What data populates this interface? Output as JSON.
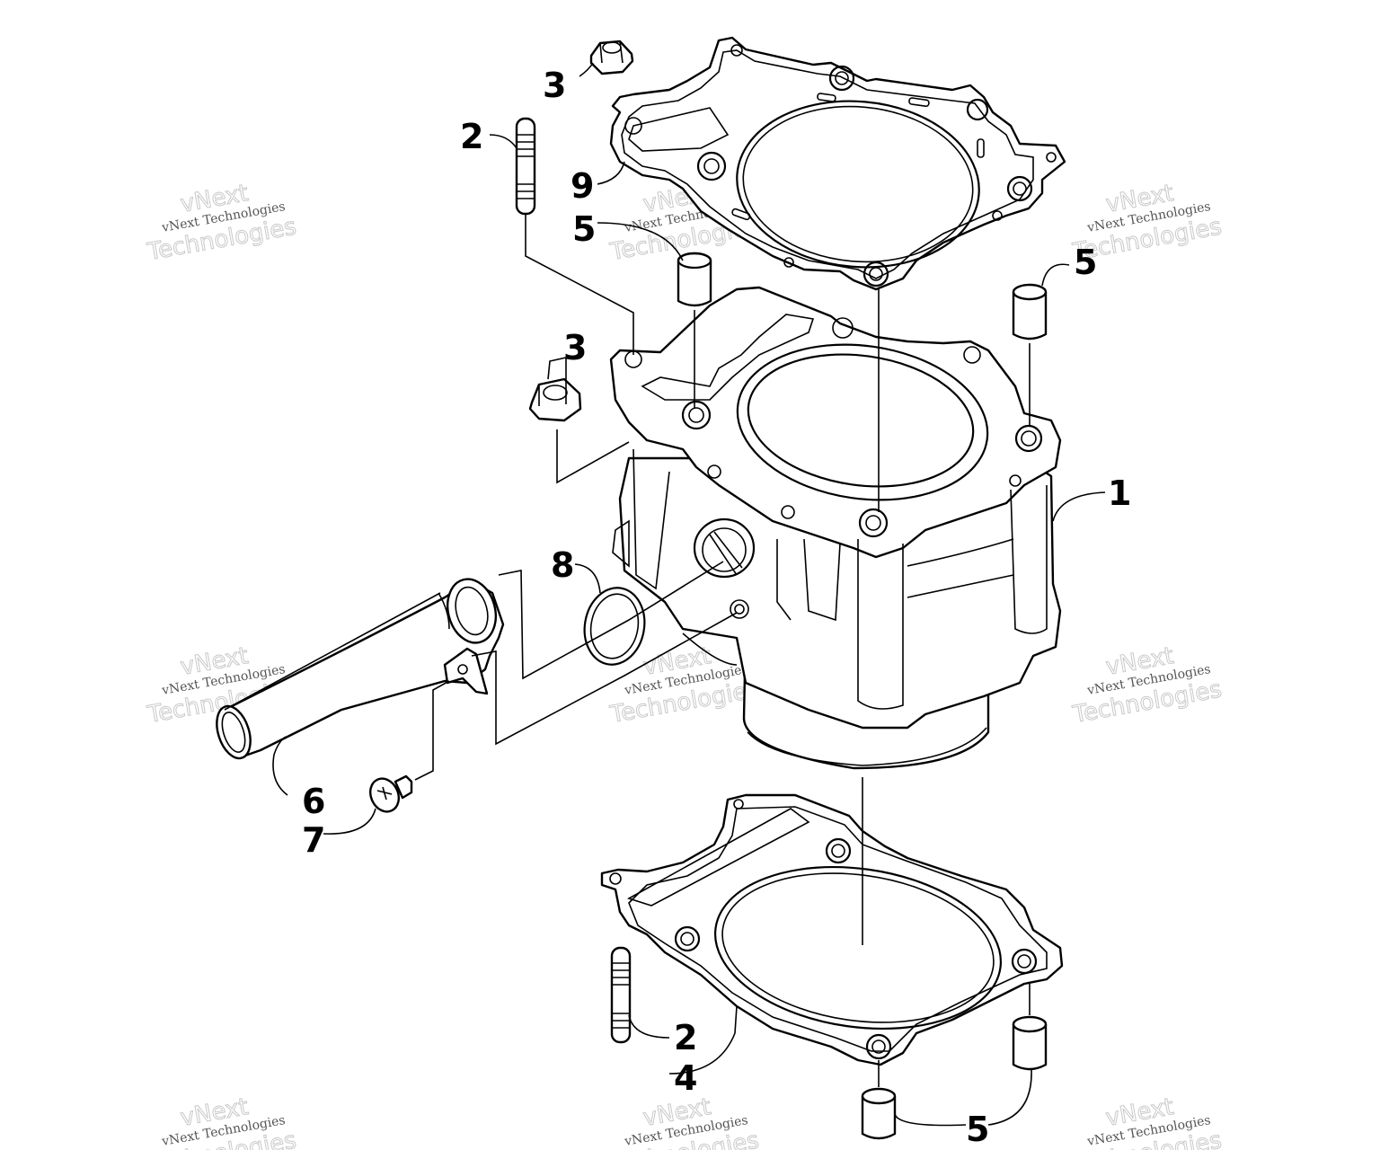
{
  "diagram": {
    "callouts": [
      {
        "id": "c1",
        "label": "1"
      },
      {
        "id": "c2a",
        "label": "2"
      },
      {
        "id": "c2b",
        "label": "2"
      },
      {
        "id": "c3a",
        "label": "3"
      },
      {
        "id": "c3b",
        "label": "3"
      },
      {
        "id": "c4",
        "label": "4"
      },
      {
        "id": "c5a",
        "label": "5"
      },
      {
        "id": "c5b",
        "label": "5"
      },
      {
        "id": "c5c",
        "label": "5"
      },
      {
        "id": "c6",
        "label": "6"
      },
      {
        "id": "c7",
        "label": "7"
      },
      {
        "id": "c8",
        "label": "8"
      },
      {
        "id": "c9",
        "label": "9"
      }
    ]
  },
  "watermark": {
    "brand": "vNext",
    "company": "vNext Technologies",
    "word": "Technologies"
  }
}
